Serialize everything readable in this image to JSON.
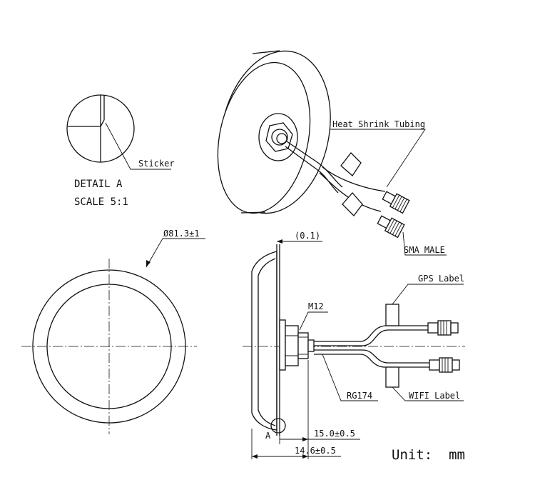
{
  "detail": {
    "line1": "DETAIL A",
    "line2": "SCALE 5:1",
    "sticker_label": "Sticker"
  },
  "iso": {
    "heat_shrink_label": "Heat Shrink Tubing",
    "connector_label": "SMA MALE"
  },
  "front_view": {
    "diameter_label": "Ø81.3±1"
  },
  "side_view": {
    "gap_label": "(0.1)",
    "thread_label": "M12",
    "gps_label": "GPS Label",
    "wifi_label": "WIFI Label",
    "cable_label": "RG174",
    "detail_marker": "A",
    "dim_inner": "15.0±0.5",
    "dim_outer": "14.6±0.5"
  },
  "unit_note": "Unit:  mm"
}
